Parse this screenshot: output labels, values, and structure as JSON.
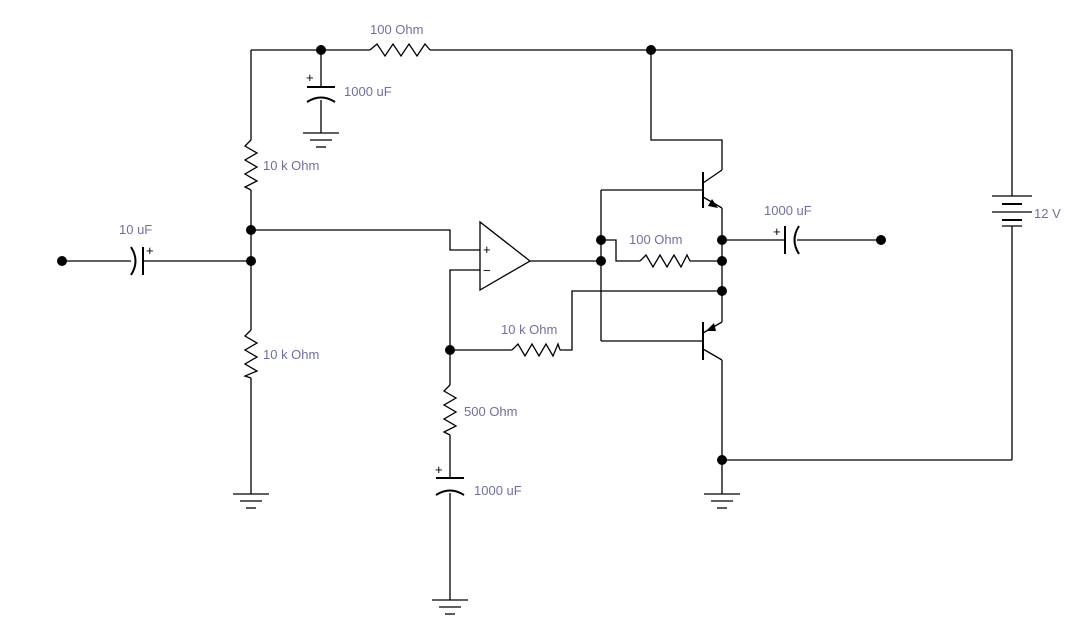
{
  "colors": {
    "wire": "#000000",
    "label": "#7070a0",
    "background": "#ffffff"
  },
  "labels": {
    "r_top_100": "100  Ohm",
    "c_top_1000": "1000 uF",
    "r_bias_upper": "10 k Ohm",
    "c_in": "10 uF",
    "r_bias_lower": "10 k Ohm",
    "r_feedback": "10 k Ohm",
    "r_500": "500  Ohm",
    "c_bottom_1000": "1000 uF",
    "r_out_100": "100  Ohm",
    "c_out_1000": "1000 uF",
    "battery": "12 V"
  },
  "symbols": {
    "opamp_plus": "+",
    "opamp_minus": "−",
    "cap_plus": "+"
  }
}
